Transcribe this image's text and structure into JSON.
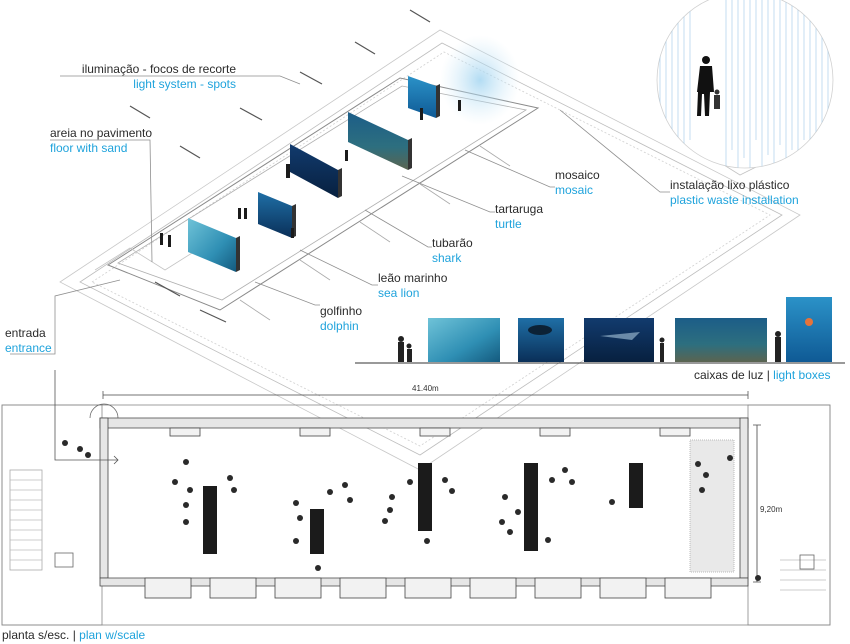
{
  "colors": {
    "accent": "#1fa3dc",
    "text": "#2b2b2b",
    "line": "#9a9a9a"
  },
  "labels": {
    "lighting": {
      "pt": "iluminação - focos de recorte",
      "en": "light system - spots"
    },
    "sand": {
      "pt": "areia no pavimento",
      "en": "floor with sand"
    },
    "entrance": {
      "pt": "entrada",
      "en": "entrance"
    },
    "dolphin": {
      "pt": "golfinho",
      "en": "dolphin"
    },
    "sealion": {
      "pt": "leão marinho",
      "en": "sea lion"
    },
    "shark": {
      "pt": "tubarão",
      "en": "shark"
    },
    "turtle": {
      "pt": "tartaruga",
      "en": "turtle"
    },
    "mosaic": {
      "pt": "mosaico",
      "en": "mosaic"
    },
    "plastic": {
      "pt": "instalação lixo plástico",
      "en": "plastic waste installation"
    },
    "lightboxes": {
      "pt": "caixas de luz |",
      "en": "light boxes"
    },
    "plan": {
      "pt": "planta s/esc. |",
      "en": "plan w/scale"
    }
  },
  "dimensions": {
    "length": "41.40m",
    "width": "9,20m"
  }
}
